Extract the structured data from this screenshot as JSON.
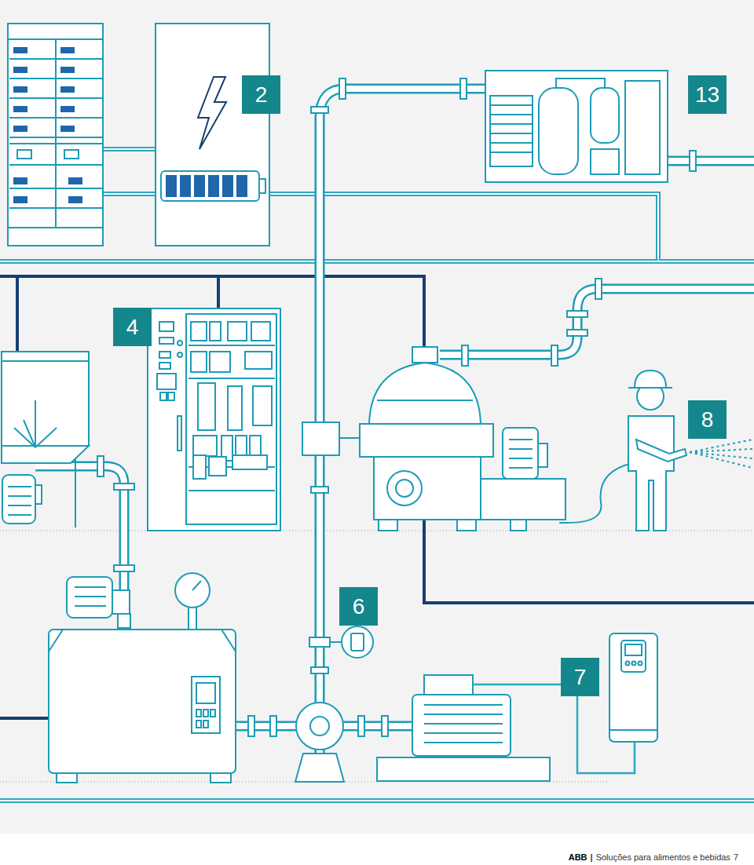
{
  "diagram": {
    "nodes": [
      {
        "text": [
          "2"
        ]
      },
      {
        "text": [
          "13"
        ]
      },
      {
        "text": [
          "4"
        ]
      },
      {
        "text": [
          "8"
        ]
      },
      {
        "text": [
          "6"
        ]
      },
      {
        "text": [
          "7"
        ]
      }
    ],
    "labels": [
      "ABB",
      "|",
      "Soluções para alimentos e bebidas",
      "7"
    ]
  }
}
